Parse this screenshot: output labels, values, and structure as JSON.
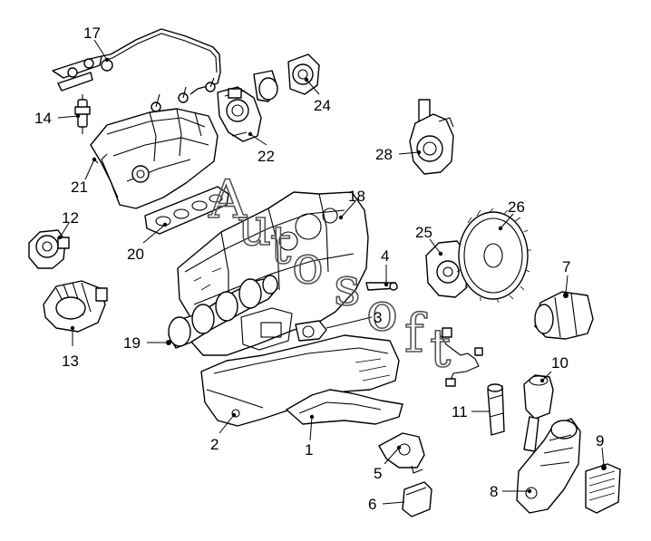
{
  "callouts": {
    "c1": "1",
    "c2": "2",
    "c3": "3",
    "c4": "4",
    "c5": "5",
    "c6": "6",
    "c7": "7",
    "c8": "8",
    "c9": "9",
    "c10": "10",
    "c11": "11",
    "c12": "12",
    "c13": "13",
    "c14": "14",
    "c17": "17",
    "c18": "18",
    "c19": "19",
    "c20": "20",
    "c21": "21",
    "c22": "22",
    "c24": "24",
    "c25": "25",
    "c26": "26",
    "c28": "28"
  },
  "watermark": {
    "a": "A",
    "u": "u",
    "t": "t",
    "o": "o",
    "s": "s",
    "o2": "o",
    "f": "f",
    "t2": "t"
  }
}
